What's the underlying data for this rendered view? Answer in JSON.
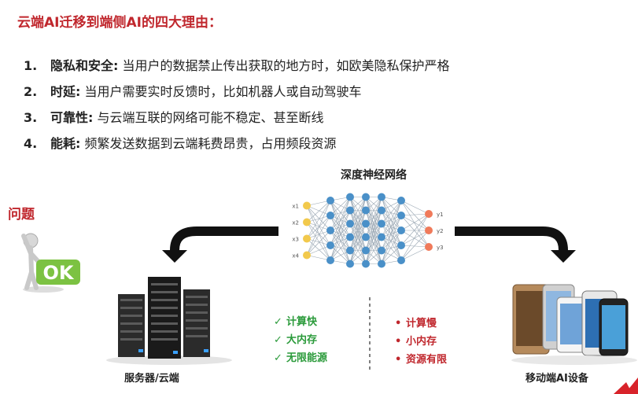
{
  "title": "云端AI迁移到端侧AI的四大理由：",
  "reasons": [
    {
      "num": "1.",
      "head": "隐私和安全:",
      "text": " 当用户的数据禁止传出获取的地方时，如欧美隐私保护严格"
    },
    {
      "num": "2.",
      "head": "时延:",
      "text": " 当用户需要实时反馈时，比如机器人或自动驾驶车"
    },
    {
      "num": "3.",
      "head": "可靠性:",
      "text": " 与云端互联的网络可能不稳定、甚至断线"
    },
    {
      "num": "4.",
      "head": "能耗:",
      "text": " 频繁发送数据到云端耗费昂贵，占用频段资源"
    }
  ],
  "nn": {
    "title": "深度神经网络",
    "inputs": [
      "x1",
      "x2",
      "x3",
      "x4"
    ],
    "outputs": [
      "y1",
      "y2",
      "y3"
    ],
    "colors": {
      "input": "#f2c94c",
      "hidden": "#4a90c8",
      "output": "#f07a5a"
    }
  },
  "problem_label": "问题",
  "ok_text": "OK",
  "server_label": "服务器/云端",
  "mobile_label": "移动端AI设备",
  "pros": [
    "计算快",
    "大内存",
    "无限能源"
  ],
  "cons": [
    "计算慢",
    "小内存",
    "资源有限"
  ],
  "pro_mark": "✓",
  "con_mark": "•",
  "colors": {
    "title": "#c0272d",
    "pro": "#2a9a3a",
    "con": "#c0272d",
    "arrow": "#111111"
  }
}
